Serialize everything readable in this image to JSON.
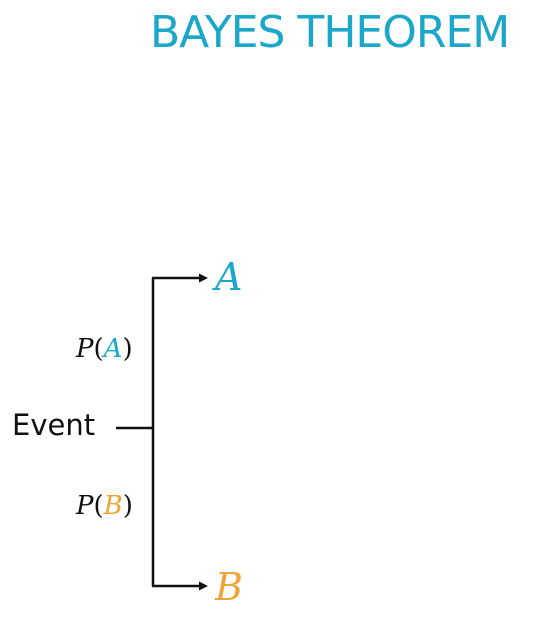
{
  "title": "BAYES THEOREM",
  "event_label": "Event",
  "branches": [
    {
      "prob_fn": "P",
      "open": "(",
      "outcome": "A",
      "close": ")",
      "node": "A",
      "color": "#1aa7c9"
    },
    {
      "prob_fn": "P",
      "open": "(",
      "outcome": "B",
      "close": ")",
      "node": "B",
      "color": "#f0a336"
    }
  ]
}
